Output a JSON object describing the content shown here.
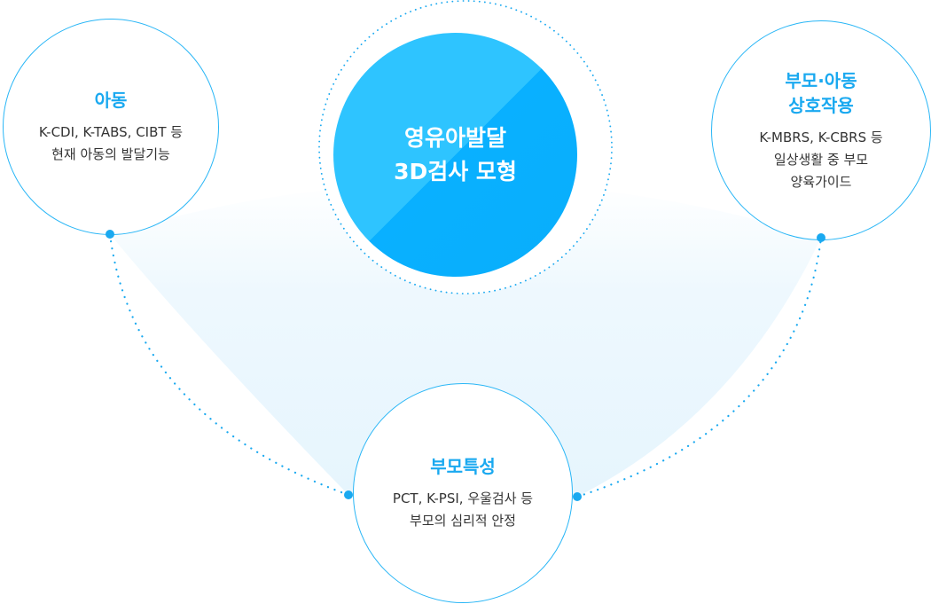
{
  "colors": {
    "accent": "#29b6f6",
    "title_blue": "#1aa9f0",
    "center_fill": "#12b4ff",
    "text": "#333333",
    "area_fill": "#eaf6fd"
  },
  "center": {
    "line1": "영유아발달",
    "line2": "3D검사 모형"
  },
  "nodes": {
    "child": {
      "title": "아동",
      "desc1": "K-CDI, K-TABS, CIBT 등",
      "desc2": "현재 아동의 발달기능"
    },
    "interaction": {
      "title1": "부모·아동",
      "title2": "상호작용",
      "desc1": "K-MBRS, K-CBRS 등",
      "desc2": "일상생활 중 부모",
      "desc3": "양육가이드"
    },
    "parent": {
      "title": "부모특성",
      "desc1": "PCT, K-PSI, 우울검사 등",
      "desc2": "부모의 심리적 안정"
    }
  }
}
